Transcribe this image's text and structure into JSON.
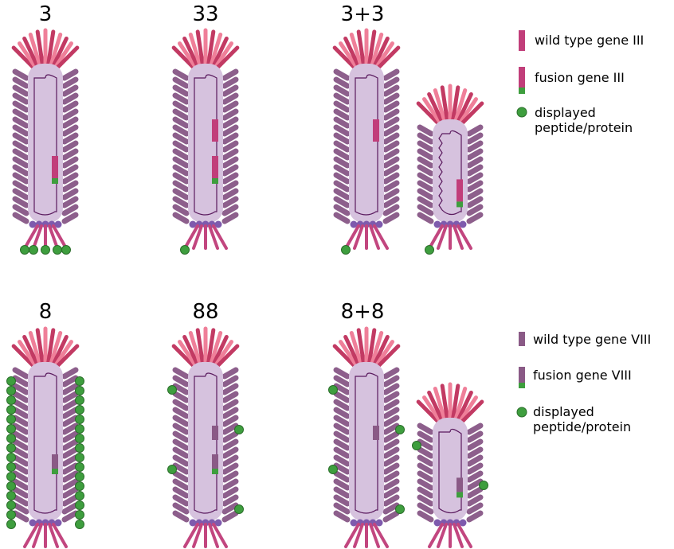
{
  "panels": [
    {
      "label": "3",
      "gene": "III",
      "system": "3",
      "phages": [
        {
          "size": "large",
          "fusion": 1,
          "display": "tip5"
        }
      ]
    },
    {
      "label": "33",
      "gene": "III",
      "system": "33",
      "phages": [
        {
          "size": "large",
          "fusion": 1,
          "wildtype": 1,
          "display": "tip1"
        }
      ]
    },
    {
      "label": "3+3",
      "gene": "III",
      "system": "3+3",
      "phages": [
        {
          "size": "large",
          "wildtype": 1,
          "display": "tip1"
        },
        {
          "size": "small",
          "fusion": 1,
          "display": "tip1"
        }
      ]
    },
    {
      "label": "8",
      "gene": "VIII",
      "system": "8",
      "phages": [
        {
          "size": "large",
          "fusion": 1,
          "display": "all"
        }
      ]
    },
    {
      "label": "88",
      "gene": "VIII",
      "system": "88",
      "phages": [
        {
          "size": "large",
          "fusion": 1,
          "wildtype": 1,
          "display": "few"
        }
      ]
    },
    {
      "label": "8+8",
      "gene": "VIII",
      "system": "8+8",
      "phages": [
        {
          "size": "large",
          "wildtype": 1,
          "display": "few"
        },
        {
          "size": "small",
          "fusion": 1,
          "display": "few"
        }
      ]
    }
  ],
  "legend": {
    "gene3": {
      "wildtype": "wild type gene III",
      "fusion": "fusion gene III",
      "displayed_line1": "displayed",
      "displayed_line2": "peptide/protein"
    },
    "gene8": {
      "wildtype": "wild type gene VIII",
      "fusion": "fusion gene VIII",
      "displayed_line1": "displayed",
      "displayed_line2": "peptide/protein"
    }
  },
  "colors": {
    "capsid_fill": "#d6c2de",
    "coat_protein": "#8d5f8c",
    "top_proteins_dark": "#c23a63",
    "top_proteins_light": "#ef7f99",
    "gene3_protein": "#c2467f",
    "base_knob": "#7e5aad",
    "genome": "#5a1a5e",
    "gene3_color": "#c13e7a",
    "gene8_color": "#8a5a86",
    "peptide_green": "#3e9e3e",
    "peptide_edge": "#2a6e2a"
  }
}
